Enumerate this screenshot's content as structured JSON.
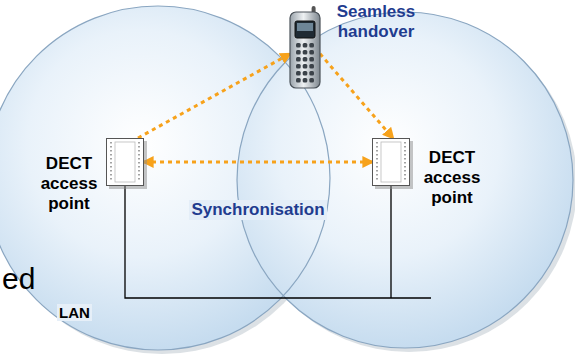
{
  "diagram": {
    "nodes": [
      {
        "text": [
          "Seamless handover"
        ]
      },
      {
        "text": [
          "DECT access point"
        ]
      },
      {
        "text": [
          "DECT access point"
        ]
      }
    ],
    "edges": [
      {
        "from": 1,
        "to": 0,
        "arrow": "to"
      },
      {
        "from": 0,
        "to": 2,
        "arrow": "to"
      },
      {
        "from": 1,
        "to": 2,
        "label": "Synchronisation",
        "arrow": "both"
      },
      {
        "from": 1,
        "to": 2,
        "label": "LAN",
        "arrow": "none"
      }
    ],
    "labels": [
      "ed"
    ]
  }
}
